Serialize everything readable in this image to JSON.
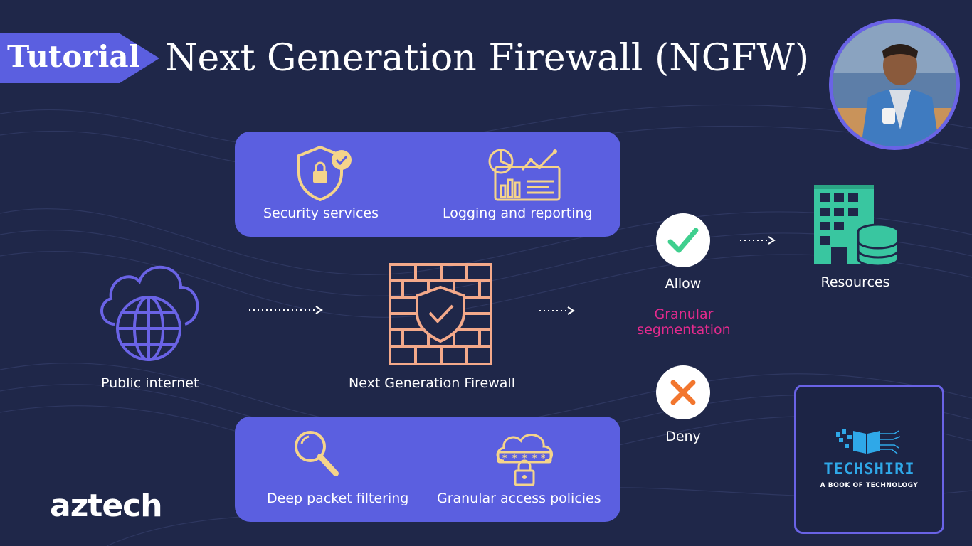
{
  "header": {
    "tag": "Tutorial",
    "title": "Next Generation Firewall (NGFW)"
  },
  "top_panel": {
    "left_label": "Security services",
    "right_label": "Logging and reporting"
  },
  "bottom_panel": {
    "left_label": "Deep packet filtering",
    "right_label": "Granular access policies"
  },
  "flow": {
    "source_label": "Public internet",
    "firewall_label": "Next Generation Firewall",
    "allow_label": "Allow",
    "deny_label": "Deny",
    "segmentation_line1": "Granular",
    "segmentation_line2": "segmentation",
    "resources_label": "Resources"
  },
  "branding": {
    "left_logo": "aztech",
    "right_logo_name": "TECHSHIRI",
    "right_logo_tagline": "A BOOK OF TECHNOLOGY"
  },
  "colors": {
    "background": "#1f2749",
    "accent": "#5b5fe0",
    "firewall": "#f4a98a",
    "icon_gold": "#f5d48a",
    "resources": "#39c6a0",
    "allow": "#3fcf8e",
    "deny": "#f2762e",
    "segmentation": "#e32a8d"
  },
  "icons": {
    "security": "shield-lock-check-icon",
    "logging": "analytics-dashboard-icon",
    "cloud": "cloud-globe-icon",
    "firewall": "brick-wall-shield-icon",
    "allow": "checkmark-icon",
    "deny": "x-mark-icon",
    "resources": "building-database-icon",
    "filtering": "magnifier-icon",
    "access": "cloud-password-lock-icon"
  }
}
